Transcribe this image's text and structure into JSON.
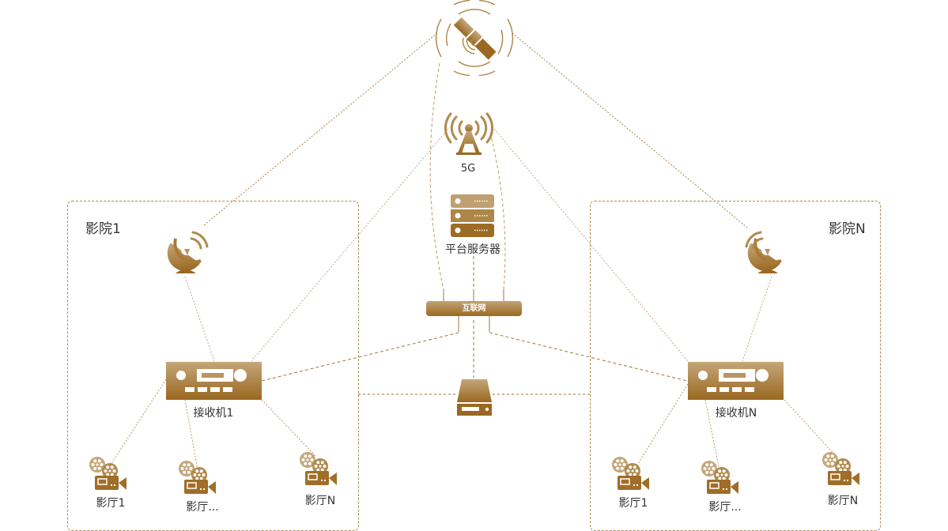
{
  "colors": {
    "gold_light": "#c4a679",
    "gold_dark": "#9a6820",
    "line": "#a0763a",
    "text": "#333333"
  },
  "center": {
    "satellite": {
      "icon": "satellite-icon"
    },
    "tower": {
      "icon": "5g-tower-icon",
      "label": "5G"
    },
    "server": {
      "icon": "server-icon",
      "label": "平台服务器"
    },
    "router": {
      "label": "互联网"
    },
    "storage": {
      "icon": "storage-device-icon"
    }
  },
  "cinemas": [
    {
      "title": "影院1",
      "receiver_label": "接收机1",
      "halls": [
        "影厅1",
        "影厅...",
        "影厅N"
      ]
    },
    {
      "title": "影院N",
      "receiver_label": "接收机N",
      "halls": [
        "影厅1",
        "影厅...",
        "影厅N"
      ]
    }
  ]
}
